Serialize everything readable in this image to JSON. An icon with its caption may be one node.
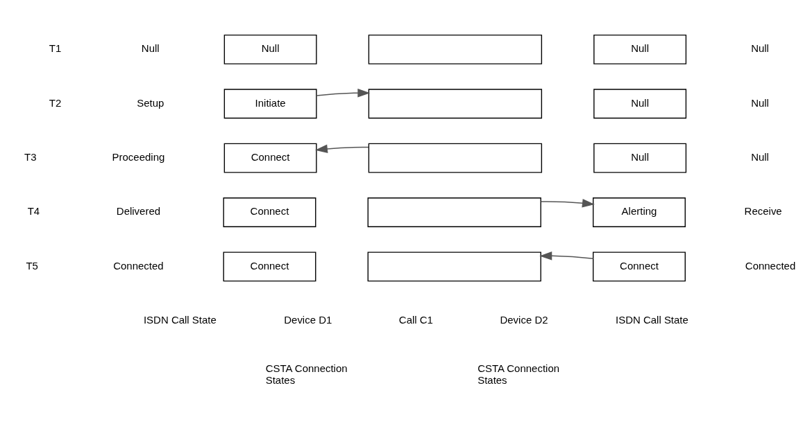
{
  "diagram": {
    "nodes": [
      {
        "text": [
          "Null"
        ]
      },
      {
        "text": [],
        "shape": "box"
      },
      {
        "text": [
          "Null"
        ]
      },
      {
        "text": [
          "Initiate"
        ]
      },
      {
        "text": [],
        "shape": "box"
      },
      {
        "text": [
          "Null"
        ]
      },
      {
        "text": [
          "Connect"
        ]
      },
      {
        "text": [],
        "shape": "box"
      },
      {
        "text": [
          "Null"
        ]
      },
      {
        "text": [
          "Connect"
        ]
      },
      {
        "text": [],
        "shape": "box"
      },
      {
        "text": [
          "Alerting"
        ]
      },
      {
        "text": [
          "Connect"
        ]
      },
      {
        "text": [],
        "shape": "box"
      },
      {
        "text": [
          "Connect"
        ]
      }
    ],
    "edges": [
      {
        "from": 3,
        "to": 4,
        "arrow": "to"
      },
      {
        "from": 7,
        "to": 6,
        "arrow": "to"
      },
      {
        "from": 10,
        "to": 11,
        "arrow": "to"
      },
      {
        "from": 14,
        "to": 13,
        "arrow": "to"
      }
    ],
    "labels": [
      "T1",
      "Null",
      "Null",
      "T2",
      "Setup",
      "Null",
      "T3",
      "Proceeding",
      "Null",
      "T4",
      "Delivered",
      "Receive",
      "T5",
      "Connected",
      "Connected",
      "ISDN Call State",
      "Device D1",
      "Call C1",
      "Device D2",
      "ISDN Call State",
      "CSTA Connection States",
      "CSTA Connection States"
    ]
  }
}
